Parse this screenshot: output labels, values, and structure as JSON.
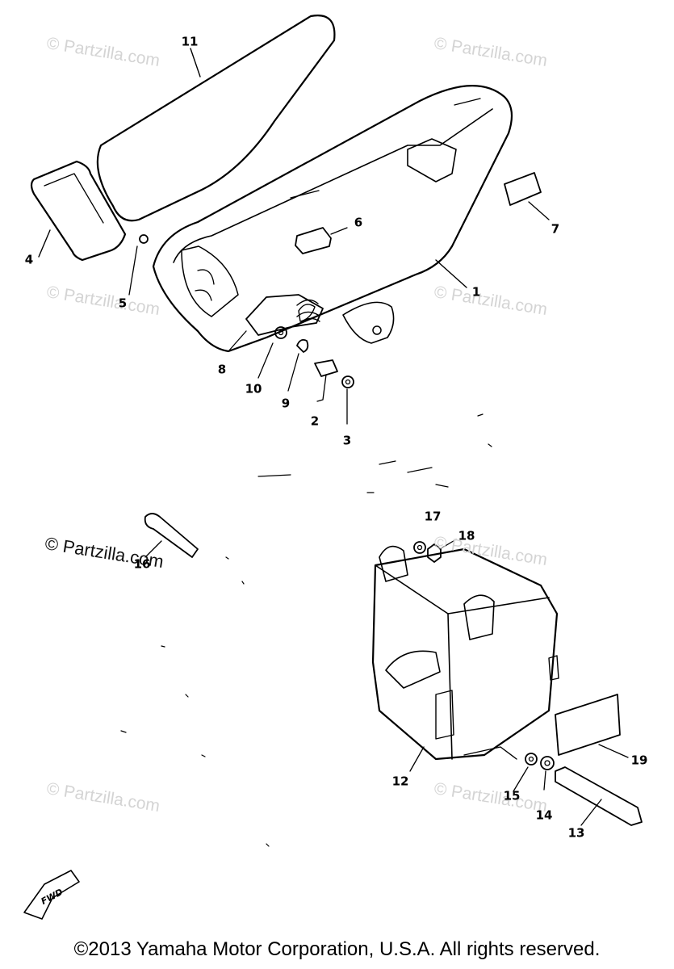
{
  "diagram": {
    "callouts": [
      {
        "id": "c1",
        "label": "1"
      },
      {
        "id": "c2",
        "label": "2"
      },
      {
        "id": "c3",
        "label": "3"
      },
      {
        "id": "c4",
        "label": "4"
      },
      {
        "id": "c5",
        "label": "5"
      },
      {
        "id": "c6",
        "label": "6"
      },
      {
        "id": "c7",
        "label": "7"
      },
      {
        "id": "c8",
        "label": "8"
      },
      {
        "id": "c9",
        "label": "9"
      },
      {
        "id": "c10",
        "label": "10"
      },
      {
        "id": "c11",
        "label": "11"
      },
      {
        "id": "c12",
        "label": "12"
      },
      {
        "id": "c13",
        "label": "13"
      },
      {
        "id": "c14",
        "label": "14"
      },
      {
        "id": "c15",
        "label": "15"
      },
      {
        "id": "c16",
        "label": "16"
      },
      {
        "id": "c17",
        "label": "17"
      },
      {
        "id": "c18",
        "label": "18"
      },
      {
        "id": "c19",
        "label": "19"
      }
    ],
    "fwd_label": "FWD"
  },
  "watermark": {
    "text": "© Partzilla.com"
  },
  "copyright": "©2013 Yamaha Motor Corporation, U.S.A. All rights reserved."
}
